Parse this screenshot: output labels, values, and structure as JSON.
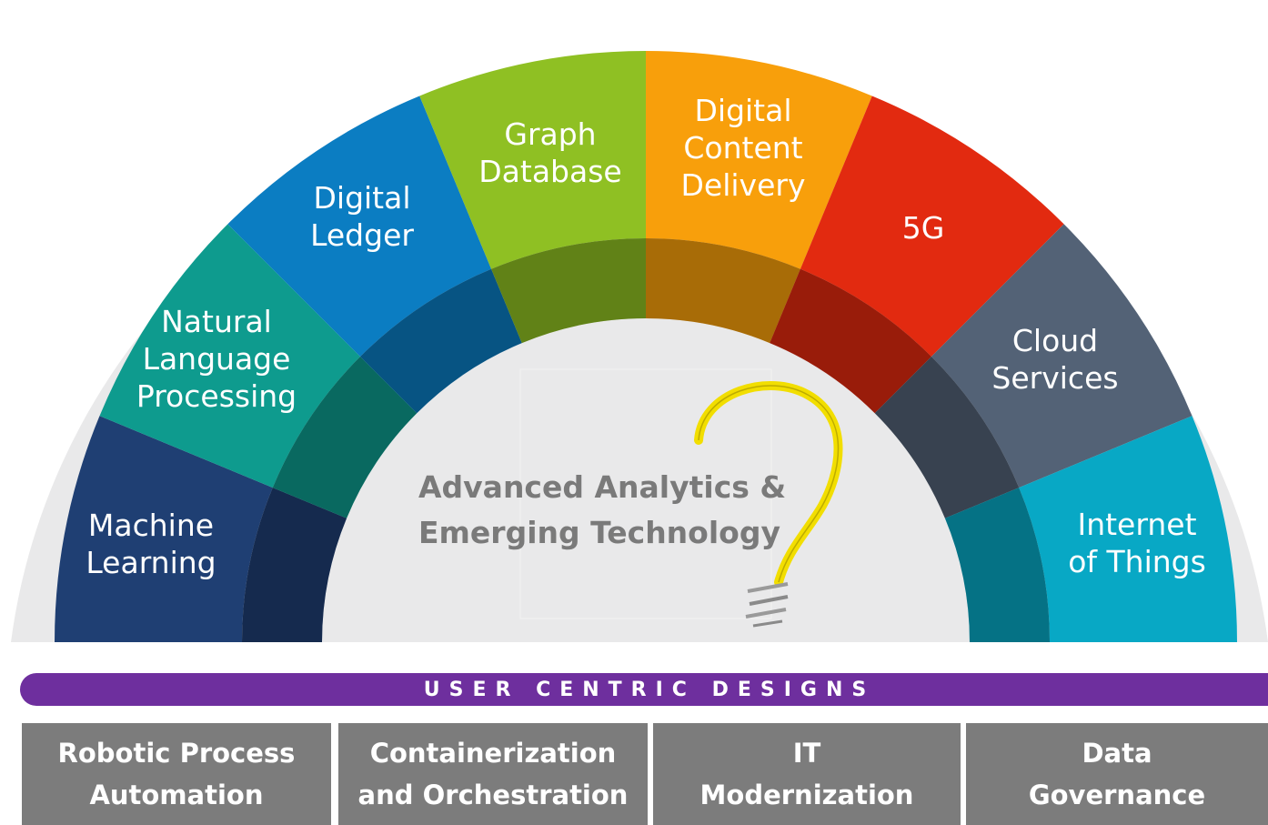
{
  "arch_segments": [
    {
      "label": "Machine\nLearning",
      "color": "#1f3f73"
    },
    {
      "label": "Natural\nLanguage\nProcessing",
      "color": "#0e9b8e"
    },
    {
      "label": "Digital\nLedger",
      "color": "#0b7dc2"
    },
    {
      "label": "Graph\nDatabase",
      "color": "#8fc023"
    },
    {
      "label": "Digital\nContent\nDelivery",
      "color": "#f89f0b"
    },
    {
      "label": "5G",
      "color": "#e22a10"
    },
    {
      "label": "Cloud\nServices",
      "color": "#536276"
    },
    {
      "label": "Internet\nof Things",
      "color": "#08a8c5"
    }
  ],
  "center": {
    "title_line1": "Advanced Analytics &",
    "title_line2": "Emerging Technology",
    "icon": "lightbulb-icon",
    "icon_color": "#f2de00"
  },
  "banner": {
    "label": "USER CENTRIC DESIGNS",
    "color": "#6e2f9e"
  },
  "foundation": [
    {
      "label": "Robotic Process\nAutomation"
    },
    {
      "label": "Containerization\nand Orchestration"
    },
    {
      "label": "IT\nModernization"
    },
    {
      "label": "Data\nGovernance"
    }
  ]
}
